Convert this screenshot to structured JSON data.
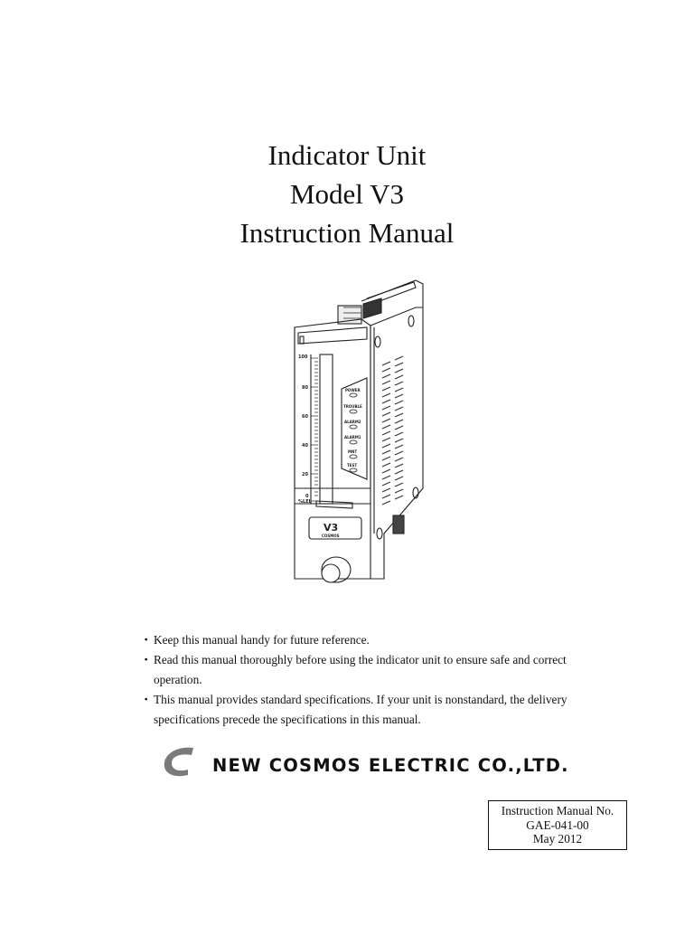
{
  "title": {
    "line1": "Indicator Unit",
    "line2": "Model V3",
    "line3": "Instruction Manual"
  },
  "figure": {
    "scale_labels": [
      "100",
      "80",
      "60",
      "40",
      "20",
      "0"
    ],
    "scale_unit": "%LEL",
    "indicators": [
      "POWER",
      "TROUBLE",
      "ALARM2",
      "ALARM1",
      "MNT",
      "TEST"
    ],
    "model_badge": "V3",
    "brand_badge": "COSMOS"
  },
  "notes": [
    {
      "bullet": "・",
      "text": "Keep this manual handy for future reference."
    },
    {
      "bullet": "・",
      "text": "Read this manual thoroughly before using the indicator unit to ensure safe and correct operation."
    },
    {
      "bullet": "・",
      "text": "This manual provides standard specifications. If your unit is nonstandard, the delivery specifications precede the specifications in this manual."
    }
  ],
  "company": {
    "name": "NEW COSMOS ELECTRIC CO.,LTD.",
    "logo_icon": "cosmos-c-logo",
    "logo_color": "#7a7a7a"
  },
  "manual_info": {
    "label": "Instruction Manual No.",
    "number": "GAE-041-00",
    "date": "May 2012"
  }
}
